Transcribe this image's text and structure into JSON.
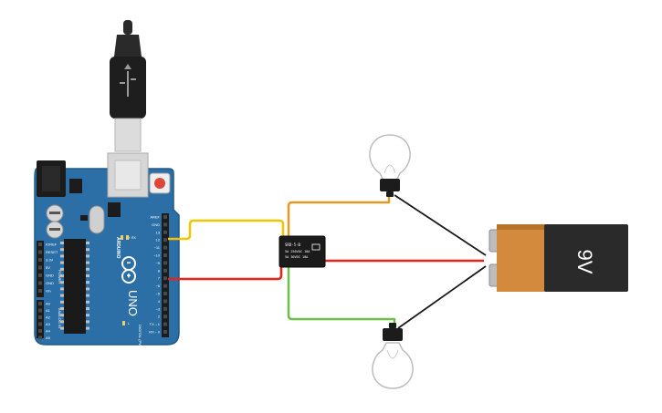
{
  "arduino": {
    "brand": "ARDUINO",
    "model": "UNO",
    "power_header_label": "POWER",
    "analog_header_label": "ANALOG IN",
    "digital_header_label": "DIGITAL (PWM~)",
    "power_pins": [
      "IOREF",
      "RESET",
      "3.3V",
      "5V",
      "GND",
      "GND",
      "Vin"
    ],
    "analog_pins": [
      "A0",
      "A1",
      "A2",
      "A3",
      "A4",
      "A5"
    ],
    "digital_pins": [
      "AREF",
      "GND",
      "13",
      "12",
      "~11",
      "~10",
      "~9",
      "8",
      "7",
      "~6",
      "~5",
      "4",
      "~3",
      "2",
      "TX→1",
      "RX←0"
    ],
    "led_labels": [
      "TX",
      "RX",
      "L"
    ],
    "colors": {
      "board": "#2b6fa6",
      "board_dark": "#1f5a8a",
      "header": "#1c1c1c"
    }
  },
  "relay": {
    "text_line1": "SRD-5-B",
    "text_line2": "5A 250VAC 10A",
    "text_line3": "5A 30VDC 10A"
  },
  "battery": {
    "label": "9V",
    "colors": {
      "body": "#d38a3c",
      "black": "#2a2a2a",
      "terminal": "#b9b9b9"
    }
  },
  "wires": {
    "colors": {
      "yellow": "#f2c500",
      "red": "#e8241a",
      "orange": "#e39a22",
      "green": "#6cc04a",
      "black": "#1a1a1a"
    }
  },
  "usb": {
    "colors": {
      "cable": "#2a2a2a",
      "metal": "#c8c8c8"
    }
  }
}
